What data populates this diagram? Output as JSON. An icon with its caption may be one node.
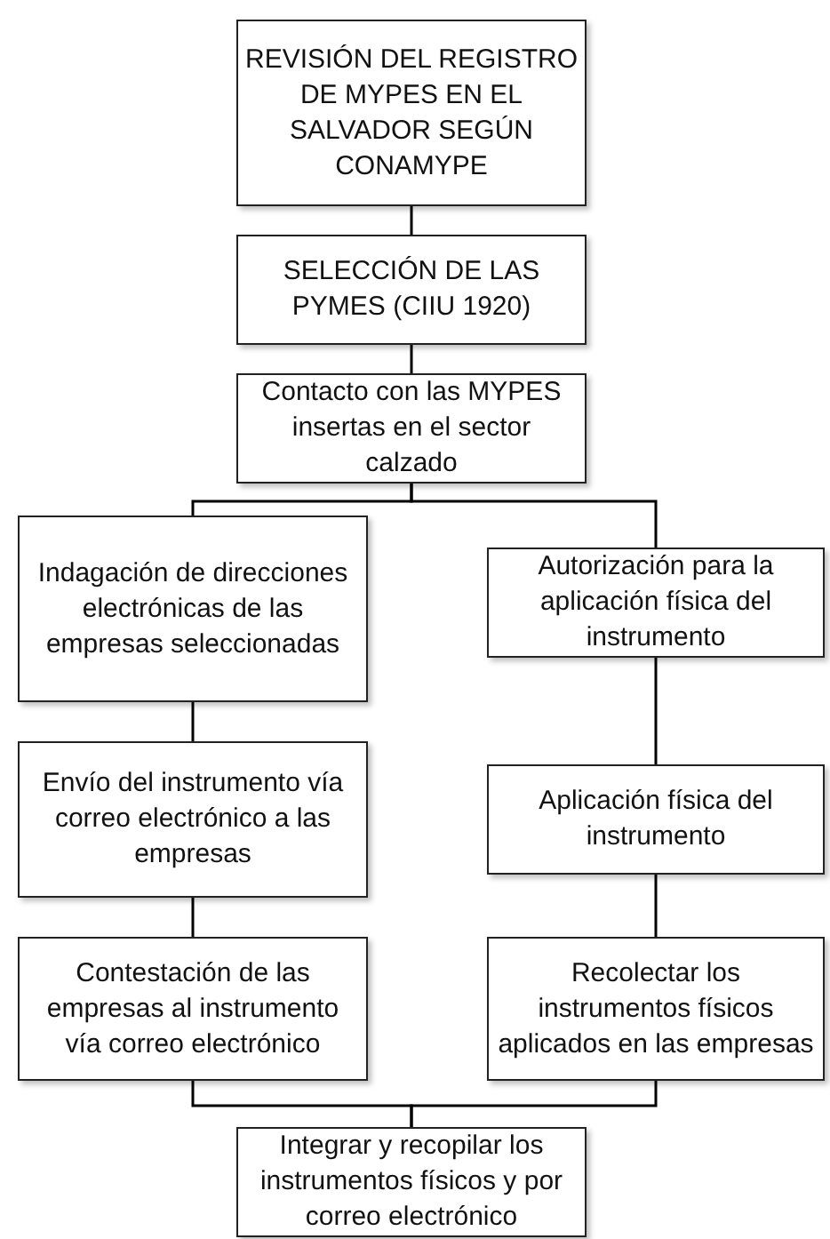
{
  "diagram": {
    "nodes": [
      {
        "text": [
          "REVISIÓN DEL REGISTRO DE MYPES EN EL SALVADOR SEGÚN CONAMYPE"
        ]
      },
      {
        "text": [
          "SELECCIÓN DE LAS PYMES (CIIU 1920)"
        ]
      },
      {
        "text": [
          "Contacto con las MYPES insertas en el sector calzado"
        ]
      },
      {
        "text": [
          "Indagación de direcciones electrónicas de las empresas seleccionadas"
        ]
      },
      {
        "text": [
          "Autorización para la aplicación física del instrumento"
        ]
      },
      {
        "text": [
          "Envío del instrumento vía correo electrónico a las empresas"
        ]
      },
      {
        "text": [
          "Aplicación física del instrumento"
        ]
      },
      {
        "text": [
          "Contestación de las empresas al instrumento vía correo electrónico"
        ]
      },
      {
        "text": [
          "Recolectar los instrumentos físicos aplicados en las empresas"
        ]
      },
      {
        "text": [
          "Integrar y recopilar los instrumentos físicos y por correo electrónico"
        ]
      }
    ],
    "edges": [
      {
        "from": 0,
        "to": 1,
        "arrow": "none"
      },
      {
        "from": 1,
        "to": 2,
        "arrow": "none"
      },
      {
        "from": 2,
        "to": 3,
        "arrow": "none"
      },
      {
        "from": 2,
        "to": 4,
        "arrow": "none"
      },
      {
        "from": 3,
        "to": 5,
        "arrow": "none"
      },
      {
        "from": 5,
        "to": 7,
        "arrow": "none"
      },
      {
        "from": 4,
        "to": 6,
        "arrow": "none"
      },
      {
        "from": 6,
        "to": 8,
        "arrow": "none"
      },
      {
        "from": 7,
        "to": 9,
        "arrow": "none"
      },
      {
        "from": 8,
        "to": 9,
        "arrow": "none"
      }
    ]
  }
}
